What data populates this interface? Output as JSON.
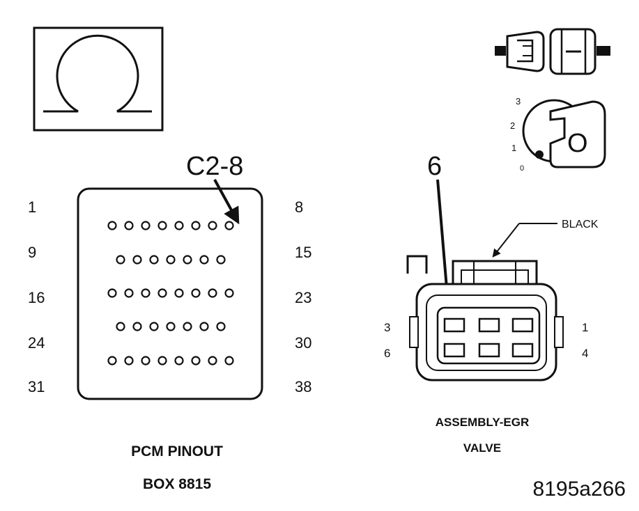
{
  "meter_symbol": {
    "icon": "ohm-icon"
  },
  "pcm": {
    "callout": "C2-8",
    "left_labels": [
      "1",
      "9",
      "16",
      "24",
      "31"
    ],
    "right_labels": [
      "8",
      "15",
      "23",
      "30",
      "38"
    ],
    "row_pin_counts": [
      8,
      7,
      8,
      7,
      8
    ],
    "caption_line1": "PCM PINOUT",
    "caption_line2": "BOX 8815"
  },
  "connector_icon": {
    "icon": "disconnected-connector-icon"
  },
  "ignition": {
    "icon": "ignition-key-icon",
    "positions": [
      "3",
      "2",
      "1",
      "0"
    ],
    "key_label": "O"
  },
  "egr": {
    "callout": "6",
    "color_label": "BLACK",
    "left_labels": [
      "3",
      "6"
    ],
    "right_labels": [
      "1",
      "4"
    ],
    "caption_line1": "ASSEMBLY-EGR",
    "caption_line2": "VALVE"
  },
  "figure_code": "8195a266"
}
